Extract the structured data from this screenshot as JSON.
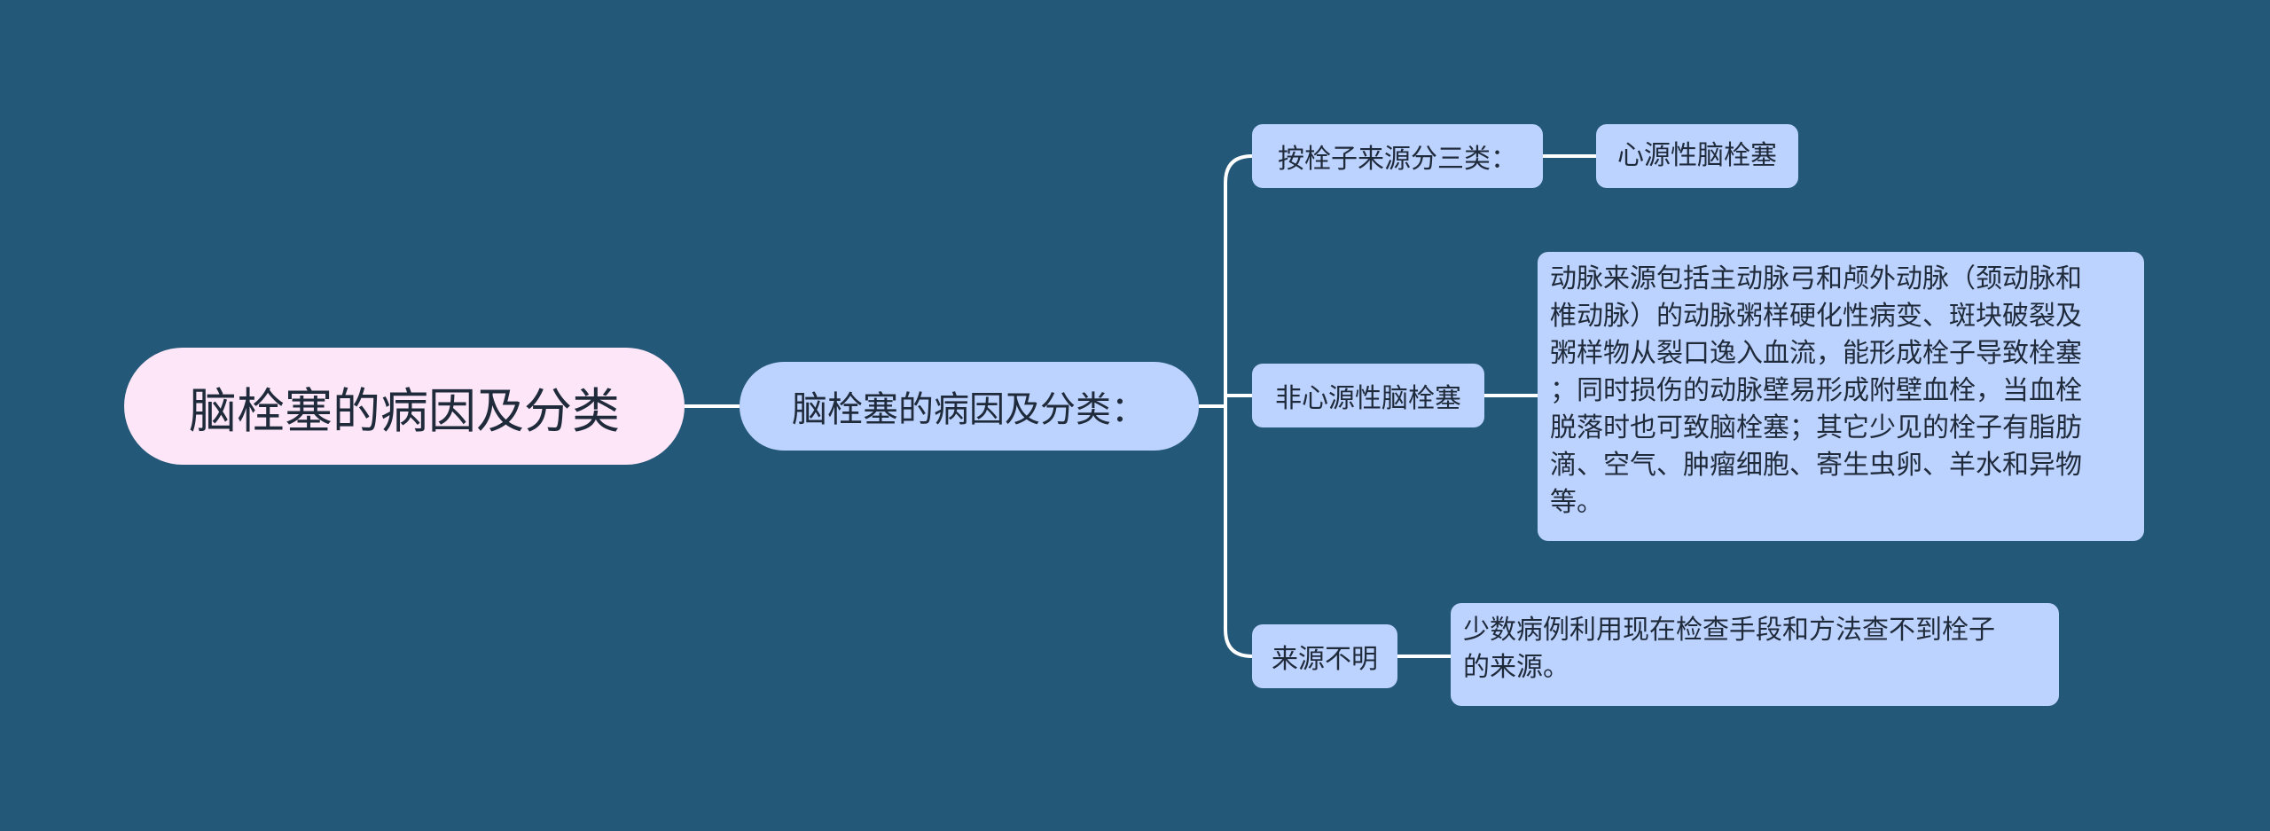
{
  "colors": {
    "background": "#235878",
    "root_fill": "#fde6f8",
    "node_fill": "#bdd3ff",
    "connector": "#ffffff",
    "text": "#1f2a3a"
  },
  "root": {
    "label": "脑栓塞的病因及分类"
  },
  "main_topic": {
    "label": "脑栓塞的病因及分类："
  },
  "branches": [
    {
      "label": "按栓子来源分三类：",
      "detail": "心源性脑栓塞"
    },
    {
      "label": "非心源性脑栓塞",
      "detail": "动脉来源包括主动脉弓和颅外动脉（颈动脉和\n椎动脉）的动脉粥样硬化性病变、斑块破裂及\n粥样物从裂口逸入血流，能形成栓子导致栓塞\n；同时损伤的动脉壁易形成附壁血栓，当血栓\n脱落时也可致脑栓塞；其它少见的栓子有脂肪\n滴、空气、肿瘤细胞、寄生虫卵、羊水和异物\n等。"
    },
    {
      "label": "来源不明",
      "detail": "少数病例利用现在检查手段和方法查不到栓子\n的来源。"
    }
  ]
}
